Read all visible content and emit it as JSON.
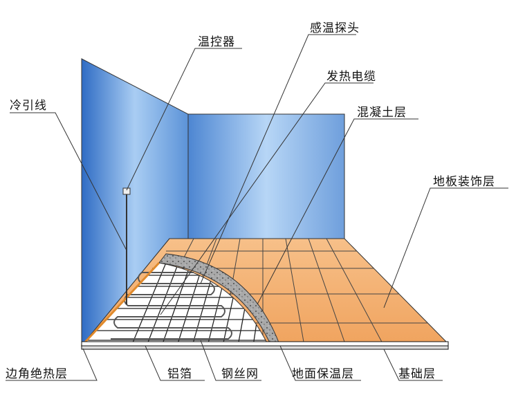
{
  "labels": {
    "thermostat": "温控器",
    "temp_sensor": "感温探头",
    "heating_cable": "发热电缆",
    "concrete_layer": "混凝土层",
    "floor_finish": "地板装饰层",
    "cold_lead": "冷引线",
    "edge_insulation": "边角绝热层",
    "aluminum_foil": "铝箔",
    "steel_mesh": "钢丝网",
    "ground_insulation": "地面保温层",
    "foundation": "基础层"
  },
  "colors": {
    "wall": "#5b8fd6",
    "floor_tile": "#f2a660",
    "concrete": "#a8a8a8",
    "mesh": "#222222"
  }
}
